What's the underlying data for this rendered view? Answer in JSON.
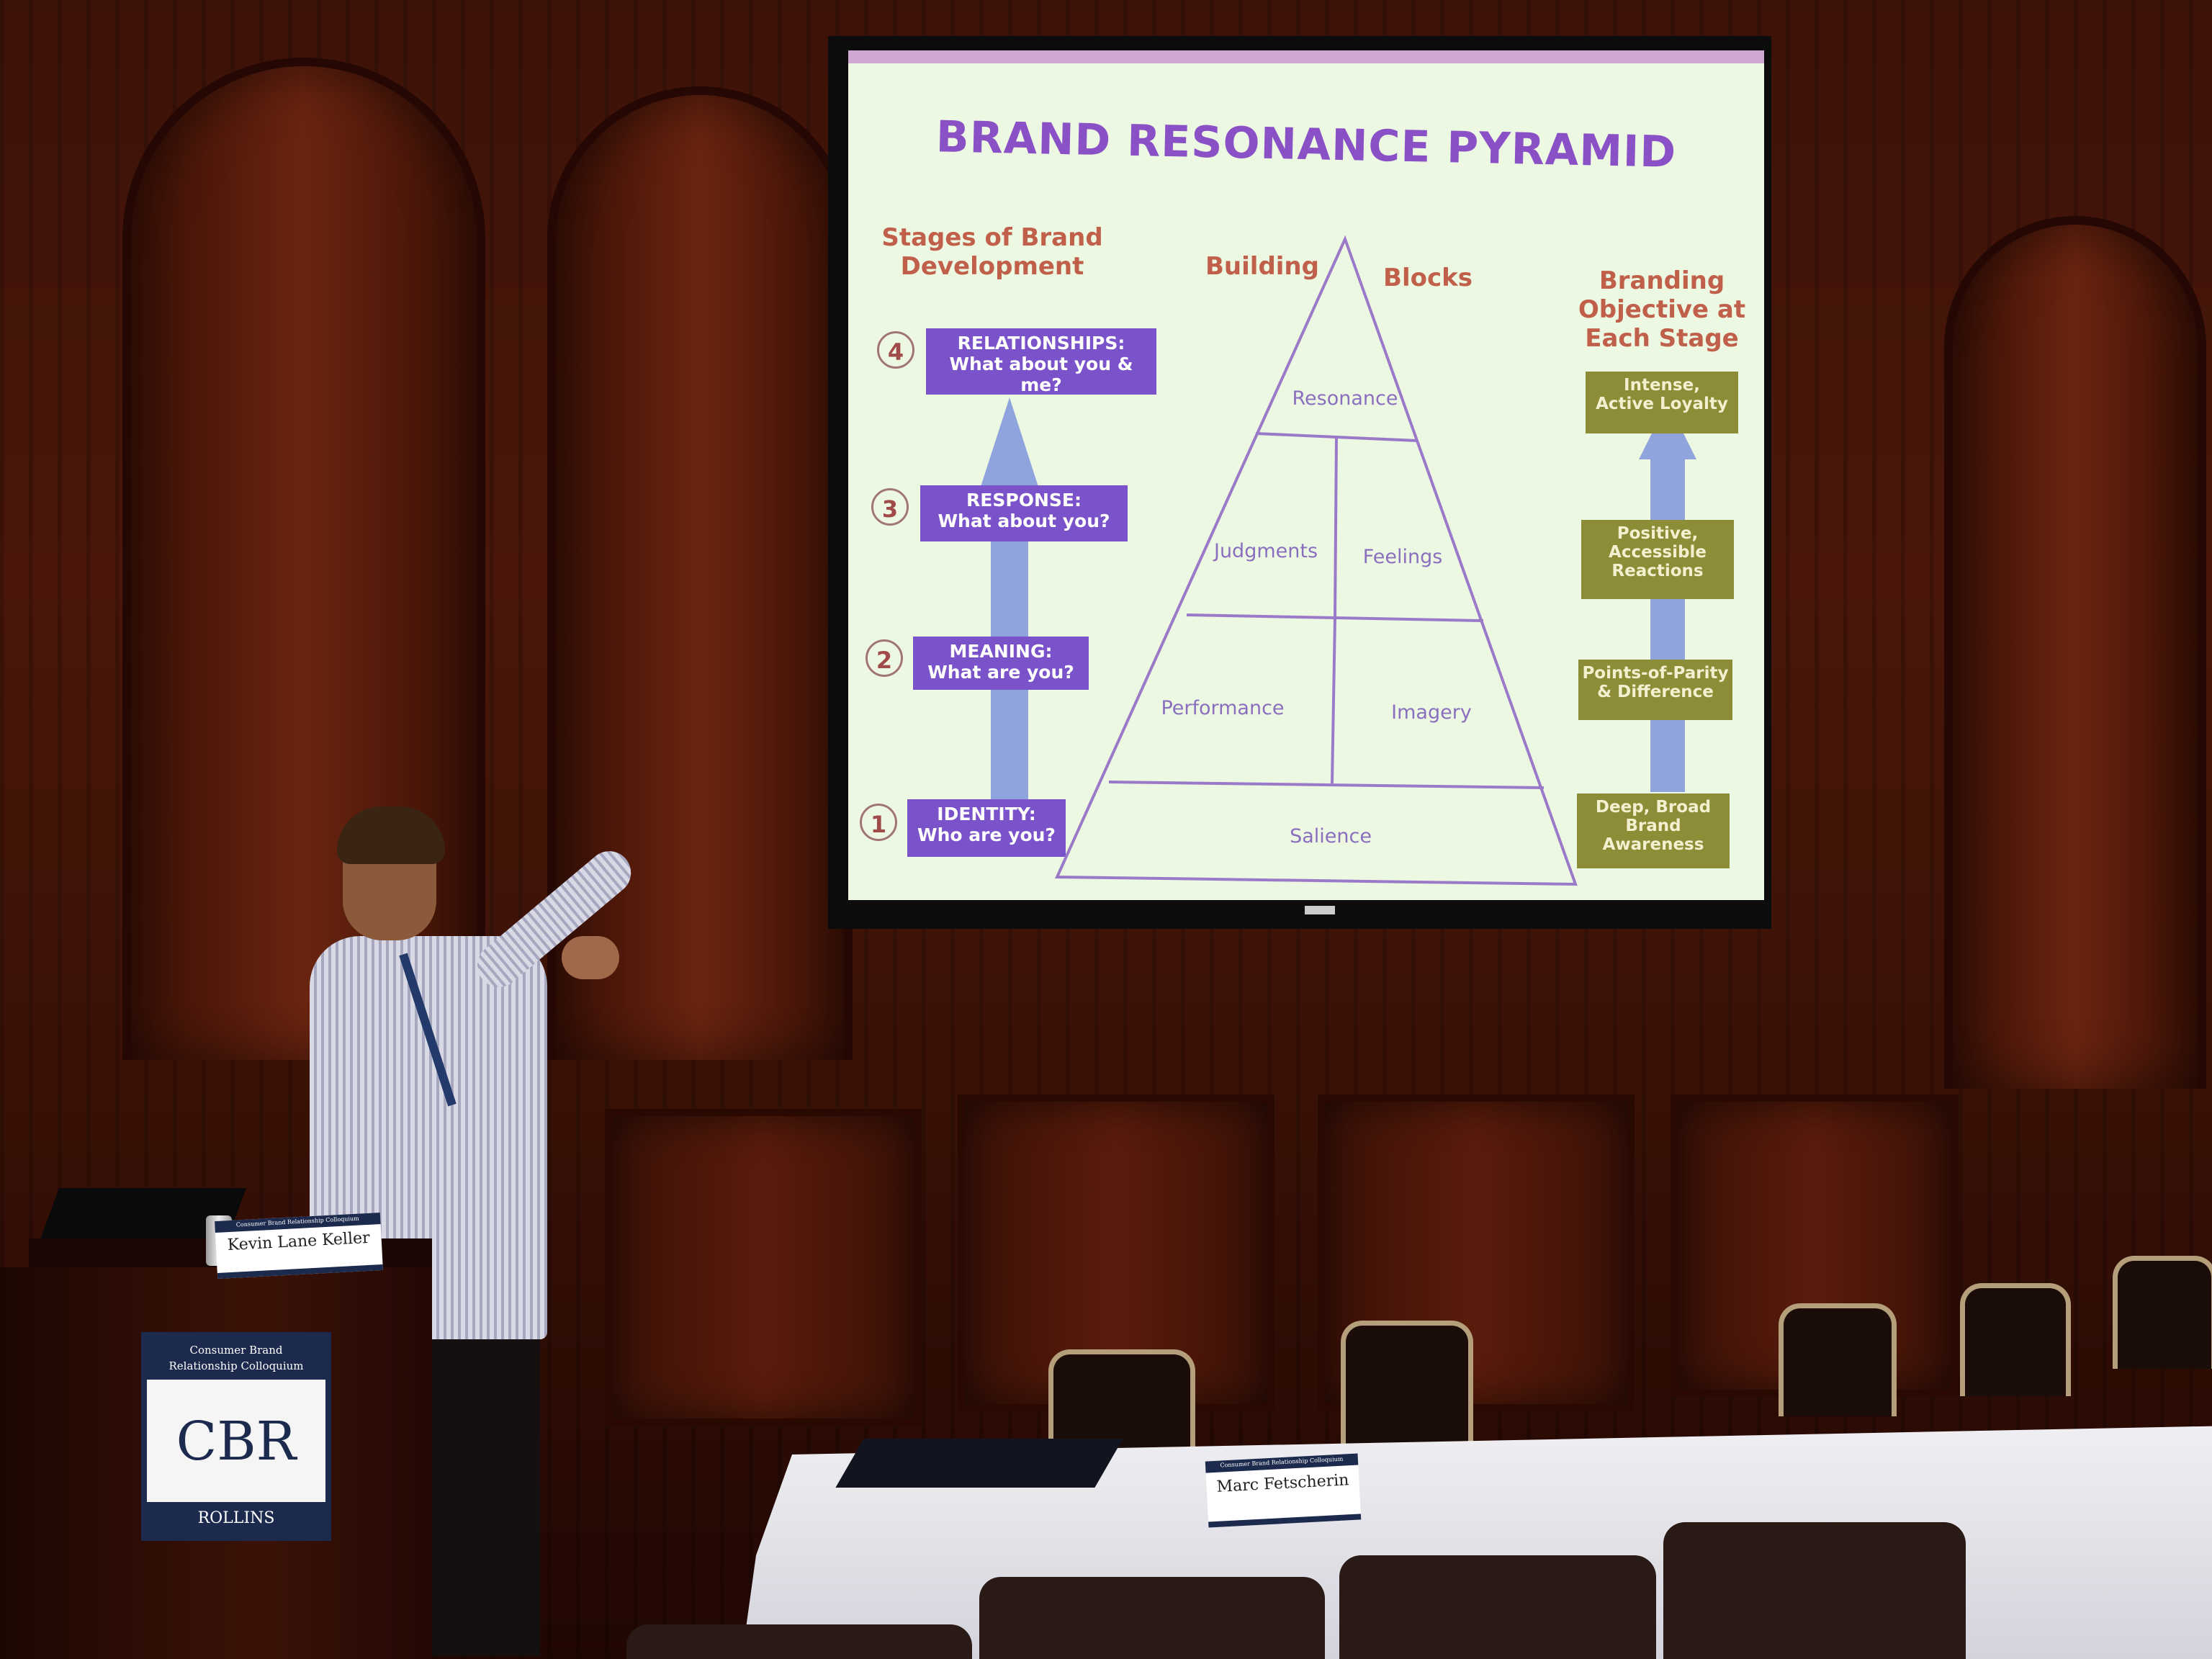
{
  "slide": {
    "title": "BRAND RESONANCE PYRAMID",
    "left_header": [
      "Stages of Brand",
      "Development"
    ],
    "middle_header": {
      "left": "Building",
      "right": "Blocks"
    },
    "right_header": [
      "Branding",
      "Objective at",
      "Each Stage"
    ],
    "stages": [
      {
        "num": "4",
        "line1": "RELATIONSHIPS:",
        "line2": "What about you & me?"
      },
      {
        "num": "3",
        "line1": "RESPONSE:",
        "line2": "What about you?"
      },
      {
        "num": "2",
        "line1": "MEANING:",
        "line2": "What are you?"
      },
      {
        "num": "1",
        "line1": "IDENTITY:",
        "line2": "Who are you?"
      }
    ],
    "blocks": {
      "resonance": "Resonance",
      "judgments": "Judgments",
      "feelings": "Feelings",
      "performance": "Performance",
      "imagery": "Imagery",
      "salience": "Salience"
    },
    "objectives": [
      {
        "line1": "Intense,",
        "line2": "Active Loyalty",
        "line3": ""
      },
      {
        "line1": "Positive,",
        "line2": "Accessible",
        "line3": "Reactions"
      },
      {
        "line1": "Points-of-Parity",
        "line2": "& Difference",
        "line3": ""
      },
      {
        "line1": "Deep, Broad",
        "line2": "Brand",
        "line3": "Awareness"
      }
    ]
  },
  "podium_sign": {
    "top_line1": "Consumer Brand",
    "top_line2": "Relationship Colloquium",
    "monogram": "CBR",
    "bottom": "ROLLINS"
  },
  "name_tents": {
    "speaker": {
      "header": "Consumer Brand Relationship Colloquium",
      "name": "Kevin Lane Keller"
    },
    "table": {
      "header": "Consumer Brand Relationship Colloquium",
      "name": "Marc Fetscherin"
    }
  },
  "colors": {
    "slide_bg": "#edf8e3",
    "title_purple": "#8a51c7",
    "stage_purple": "#7a52c9",
    "header_salmon": "#c0604a",
    "objective_olive": "#8d8c37",
    "arrow_blue": "#8fa4dc"
  }
}
